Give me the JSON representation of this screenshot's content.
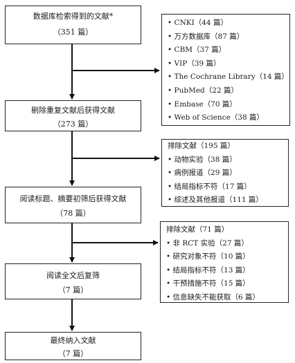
{
  "stage1": {
    "title": "数据库检索得到的文献*",
    "count": "（351 篇）"
  },
  "sources": {
    "items": [
      "• CNKI（44 篇）",
      "• 万方数据库（87 篇）",
      "• CBM（37 篇）",
      "• VIP（39 篇）",
      "• The Cochrane Library（14 篇）",
      "• PubMed（22 篇）",
      "• Embase（70 篇）",
      "• Web of Science（38 篇）"
    ]
  },
  "stage2": {
    "title": "剔除重复文献后获得文献",
    "count": "（273 篇）"
  },
  "exclude1": {
    "title": "排除文献（195 篇）",
    "items": [
      "• 动物实验（38 篇）",
      "• 病例报道（29 篇）",
      "• 结局指标不符（17 篇）",
      "• 综述及其他报道（111 篇）"
    ]
  },
  "stage3": {
    "title": "阅读标题、摘要初筛后获得文献",
    "count": "（78 篇）"
  },
  "exclude2": {
    "title": "排除文献（71 篇）",
    "items": [
      "• 非 RCT 实验（27 篇）",
      "• 研究对象不符（10 篇）",
      "• 结局指标不符（13 篇）",
      "• 干预措施不符（15 篇）",
      "• 信息缺失不能获取（6 篇）"
    ]
  },
  "stage4": {
    "title": "阅读全文后复筛",
    "count": "（7 篇）"
  },
  "stage5": {
    "title": "最终纳入文献",
    "count": "（7 篇）"
  }
}
